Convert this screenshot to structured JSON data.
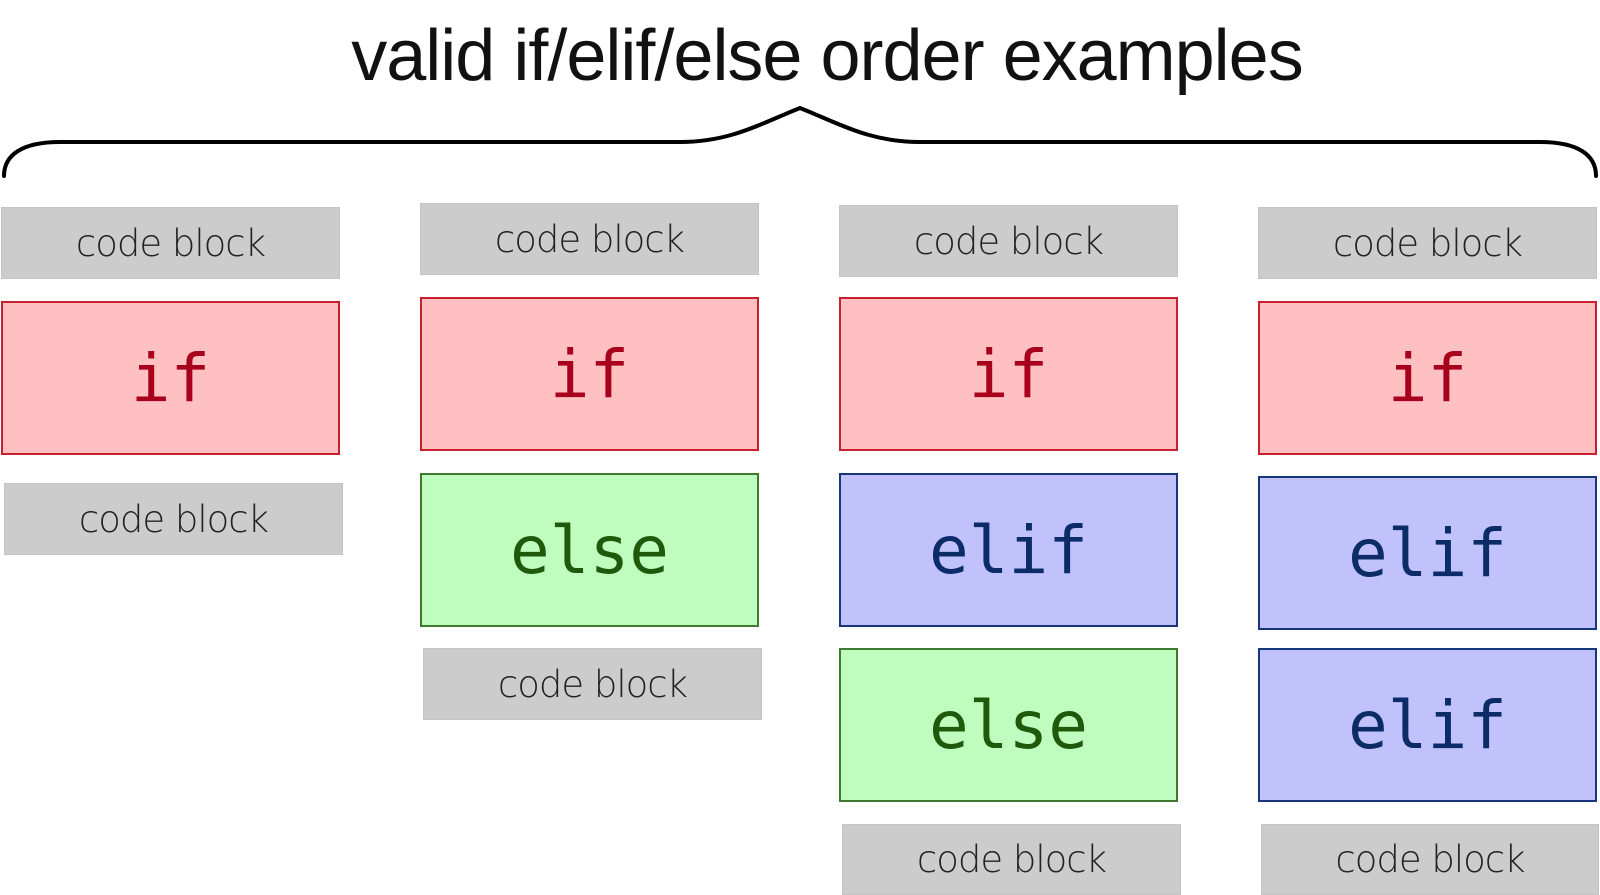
{
  "title": "valid if/elif/else order examples",
  "labels": {
    "code_block": "code block",
    "if": "if",
    "elif": "elif",
    "else": "else"
  },
  "colors": {
    "code_block_fill": "#cccccc",
    "if_fill": "#fec0c1",
    "if_text": "#a8001c",
    "elif_fill": "#c1c2fc",
    "elif_text": "#0c2c68",
    "else_fill": "#bffdbe",
    "else_text": "#1f5a0c"
  },
  "examples": [
    {
      "sequence": [
        "code block",
        "if",
        "code block"
      ]
    },
    {
      "sequence": [
        "code block",
        "if",
        "else",
        "code block"
      ]
    },
    {
      "sequence": [
        "code block",
        "if",
        "elif",
        "else",
        "code block"
      ]
    },
    {
      "sequence": [
        "code block",
        "if",
        "elif",
        "elif",
        "code block"
      ]
    }
  ]
}
